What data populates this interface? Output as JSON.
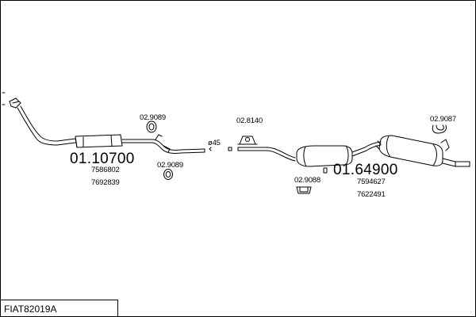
{
  "diagram": {
    "title": "FIAT82019A",
    "parts": {
      "front_pipe_code": "01.10700",
      "front_pipe_oem_1": "7586802",
      "front_pipe_oem_2": "7692839",
      "clamp_upper": "02.9089",
      "clamp_lower": "02.9089",
      "diameter_label": "ø45",
      "mount_center": "02.8140",
      "rear_system_code": "01.64900",
      "rear_system_oem_1": "7594627",
      "rear_system_oem_2": "7622491",
      "mount_rear_left": "02.9088",
      "mount_rear_right": "02.9087"
    }
  }
}
